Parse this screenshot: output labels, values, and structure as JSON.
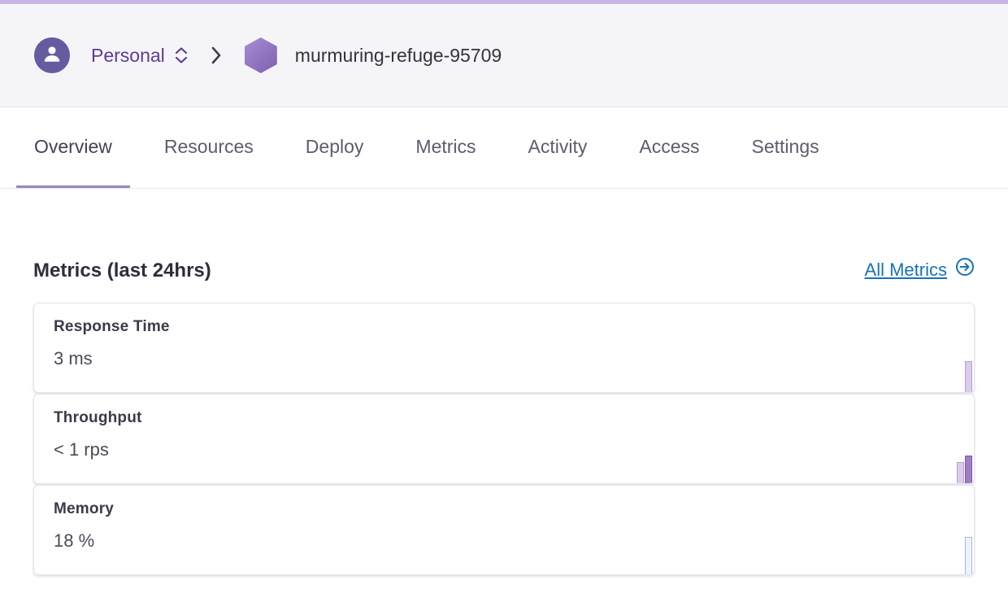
{
  "header": {
    "account_label": "Personal",
    "app_name": "murmuring-refuge-95709"
  },
  "tabs": [
    {
      "label": "Overview",
      "active": true
    },
    {
      "label": "Resources",
      "active": false
    },
    {
      "label": "Deploy",
      "active": false
    },
    {
      "label": "Metrics",
      "active": false
    },
    {
      "label": "Activity",
      "active": false
    },
    {
      "label": "Access",
      "active": false
    },
    {
      "label": "Settings",
      "active": false
    }
  ],
  "metrics": {
    "section_title": "Metrics (last 24hrs)",
    "all_metrics_label": "All Metrics",
    "cards": [
      {
        "title": "Response Time",
        "value": "3 ms",
        "spark": [
          {
            "h": 38,
            "fill": "#d9cdea",
            "stroke": "#b49cd6"
          }
        ]
      },
      {
        "title": "Throughput",
        "value": "< 1 rps",
        "spark": [
          {
            "h": 26,
            "fill": "#d9cdea",
            "stroke": "#b49cd6"
          },
          {
            "h": 34,
            "fill": "#9d7fc4",
            "stroke": "#8257a8"
          }
        ]
      },
      {
        "title": "Memory",
        "value": "18 %",
        "spark": [
          {
            "h": 46,
            "fill": "#eef3fb",
            "stroke": "#a5bbdf"
          }
        ]
      }
    ]
  },
  "colors": {
    "accent_purple": "#5b3c94",
    "top_strip": "#c9b6e6",
    "link_blue": "#1673b8",
    "active_tab_underline": "#9b85c4"
  }
}
